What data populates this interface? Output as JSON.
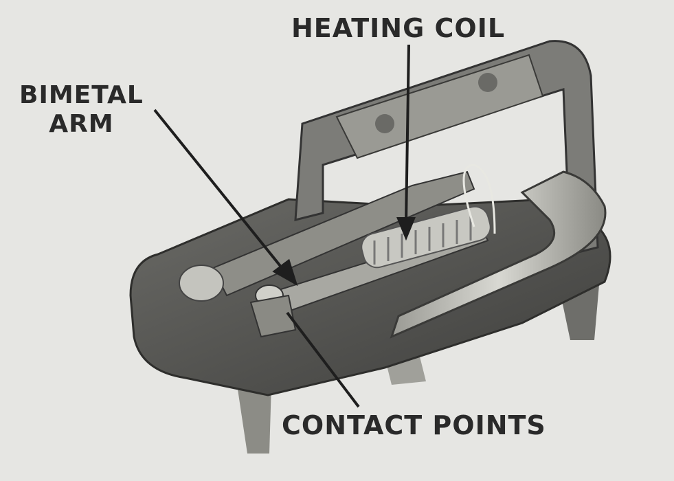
{
  "labels": {
    "heating_coil": "HEATING COIL",
    "bimetal_arm_line1": "BIMETAL",
    "bimetal_arm_line2": "ARM",
    "contact_points": "CONTACT POINTS"
  },
  "colors": {
    "background": "#e6e6e3",
    "text": "#2a2a2a",
    "metal_dark": "#4a4a48",
    "metal_mid": "#7a7a76",
    "metal_light": "#b8b8b2"
  }
}
